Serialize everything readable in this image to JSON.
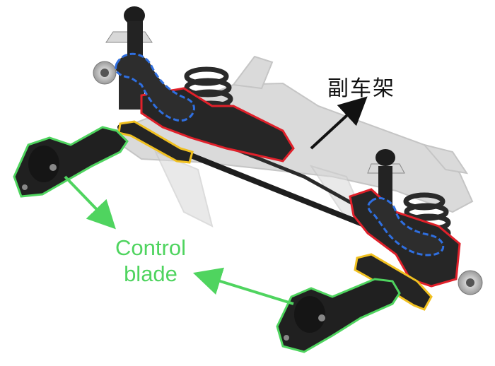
{
  "labels": {
    "subframe": "副车架",
    "control_blade_line1": "Control",
    "control_blade_line2": "blade"
  },
  "colors": {
    "background": "#ffffff",
    "subframe_ghost": "#d2d2d2",
    "suspension_parts": "#1f1f1f",
    "spring": "#2a2a2a",
    "control_blade_outline": "#4fd45f",
    "upper_link_outline": "#2f6fe0",
    "trailing_arm_outline": "#e0202a",
    "lower_link_outline": "#f0c020",
    "subframe_arrow": "#111111",
    "blade_arrow": "#4fd45f"
  },
  "icons": {
    "subframe_arrow": "arrow-up-right-icon",
    "blade_arrows": "arrow-icon"
  }
}
